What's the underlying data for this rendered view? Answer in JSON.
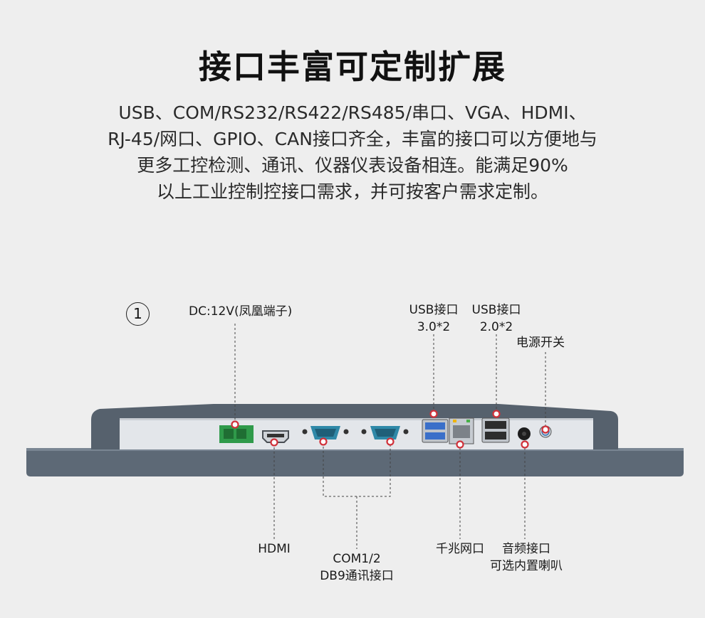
{
  "title": "接口丰富可定制扩展",
  "description": [
    "USB、COM/RS232/RS422/RS485/串口、VGA、HDMI、",
    "RJ-45/网口、GPIO、CAN接口齐全，丰富的接口可以方便地与",
    "更多工控检测、通讯、仪器仪表设备相连。能满足90%",
    "以上工业控制控接口需求，并可按客户需求定制。"
  ],
  "diagram": {
    "index_marker": "1",
    "top_labels": {
      "dc": "DC:12V(凤凰端子)",
      "usb3_line1": "USB接口",
      "usb3_line2": "3.0*2",
      "usb2_line1": "USB接口",
      "usb2_line2": "2.0*2",
      "power": "电源开关"
    },
    "bottom_labels": {
      "hdmi": "HDMI",
      "com_line1": "COM1/2",
      "com_line2": "DB9通讯接口",
      "lan": "千兆网口",
      "audio_line1": "音频接口",
      "audio_line2": "可选内置喇叭"
    },
    "colors": {
      "bezel": "#5d6976",
      "panel": "#e3e6ea",
      "db9": "#2f89a8",
      "usb3": "#3a6fc9",
      "terminal": "#2f9a4a",
      "marker": "#d0313a"
    }
  }
}
